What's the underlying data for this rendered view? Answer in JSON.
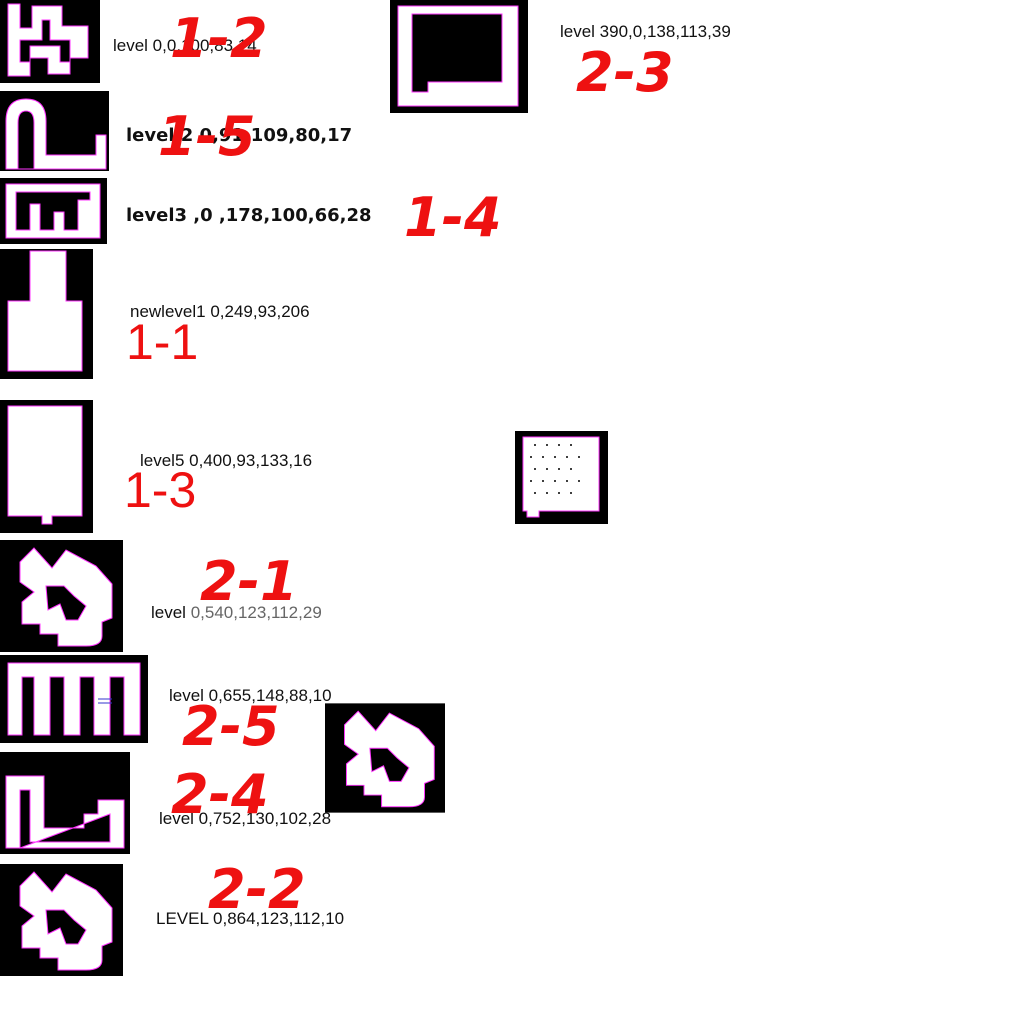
{
  "colors": {
    "tag": "#ee1111",
    "background": "#ffffff",
    "level_fill": "#000000",
    "level_path": "#ffffff",
    "level_edge": "#ff33ff"
  },
  "levels": [
    {
      "id": "level-1-2",
      "caption": "level 0,0,100,83,14",
      "tag": "1-2"
    },
    {
      "id": "level-2-3",
      "caption": "level 390,0,138,113,39",
      "tag": "2-3"
    },
    {
      "id": "level-1-5",
      "caption": "level 2 0,91,109,80,17",
      "tag": "1-5"
    },
    {
      "id": "level-1-4",
      "caption": "level3 ,0 ,178,100,66,28",
      "tag": "1-4"
    },
    {
      "id": "level-1-1",
      "caption": "newlevel1  0,249,93,206",
      "tag": "1-1"
    },
    {
      "id": "level-1-3",
      "caption": "level5 0,400,93,133,16",
      "tag": "1-3"
    },
    {
      "id": "level-2-1",
      "caption_prefix": "level ",
      "caption_rest": "0,540,123,112,29",
      "tag": "2-1"
    },
    {
      "id": "level-2-5",
      "caption": "level 0,655,148,88,10",
      "tag": "2-5"
    },
    {
      "id": "level-2-4",
      "caption": "level 0,752,130,102,28",
      "tag": "2-4"
    },
    {
      "id": "level-2-2",
      "caption": "LEVEL 0,864,123,112,10",
      "tag": "2-2"
    }
  ]
}
